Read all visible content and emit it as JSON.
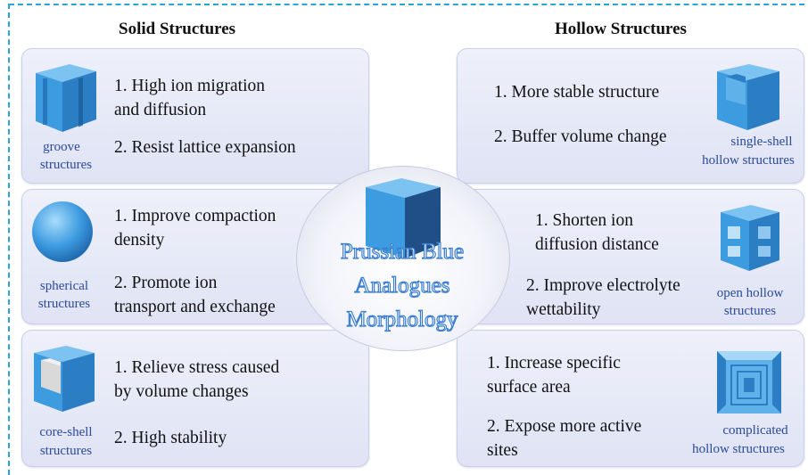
{
  "headings": {
    "solid": "Solid Structures",
    "hollow": "Hollow Structures"
  },
  "center": {
    "line1": "Prussian Blue",
    "line2": "Analogues",
    "line3": "Morphology"
  },
  "solid": [
    {
      "item1": "1. High ion migration",
      "item1b": "and diffusion",
      "item2": "2. Resist lattice expansion",
      "caption1": "groove",
      "caption2": "structures",
      "icon": "groove-cube-icon"
    },
    {
      "item1": "1. Improve compaction",
      "item1b": "density",
      "item2": "2. Promote ion",
      "item2b": "transport and exchange",
      "caption1": "spherical",
      "caption2": "structures",
      "icon": "sphere-icon"
    },
    {
      "item1": "1. Relieve stress caused",
      "item1b": "by volume changes",
      "item2": "2. High stability",
      "caption1": "core-shell",
      "caption2": "structures",
      "icon": "core-shell-cube-icon"
    }
  ],
  "hollow": [
    {
      "item1": "1. More stable structure",
      "item2": "2. Buffer volume change",
      "caption1": "single-shell",
      "caption2": "hollow structures",
      "icon": "single-shell-cube-icon"
    },
    {
      "item1": "1. Shorten ion",
      "item1b": "diffusion distance",
      "item2": "2. Improve electrolyte",
      "item2b": "wettability",
      "caption1": "open hollow",
      "caption2": "structures",
      "icon": "open-hollow-cube-icon"
    },
    {
      "item1": "1. Increase specific",
      "item1b": "surface area",
      "item2": "2. Expose more active",
      "item2b": "sites",
      "caption1": "complicated",
      "caption2": "hollow structures",
      "icon": "complicated-hollow-cube-icon"
    }
  ],
  "colors": {
    "accent": "#2aa4d6",
    "cube": "#4aa8e6",
    "caption": "#2a4a9a",
    "panel": "#e6e9f7"
  }
}
